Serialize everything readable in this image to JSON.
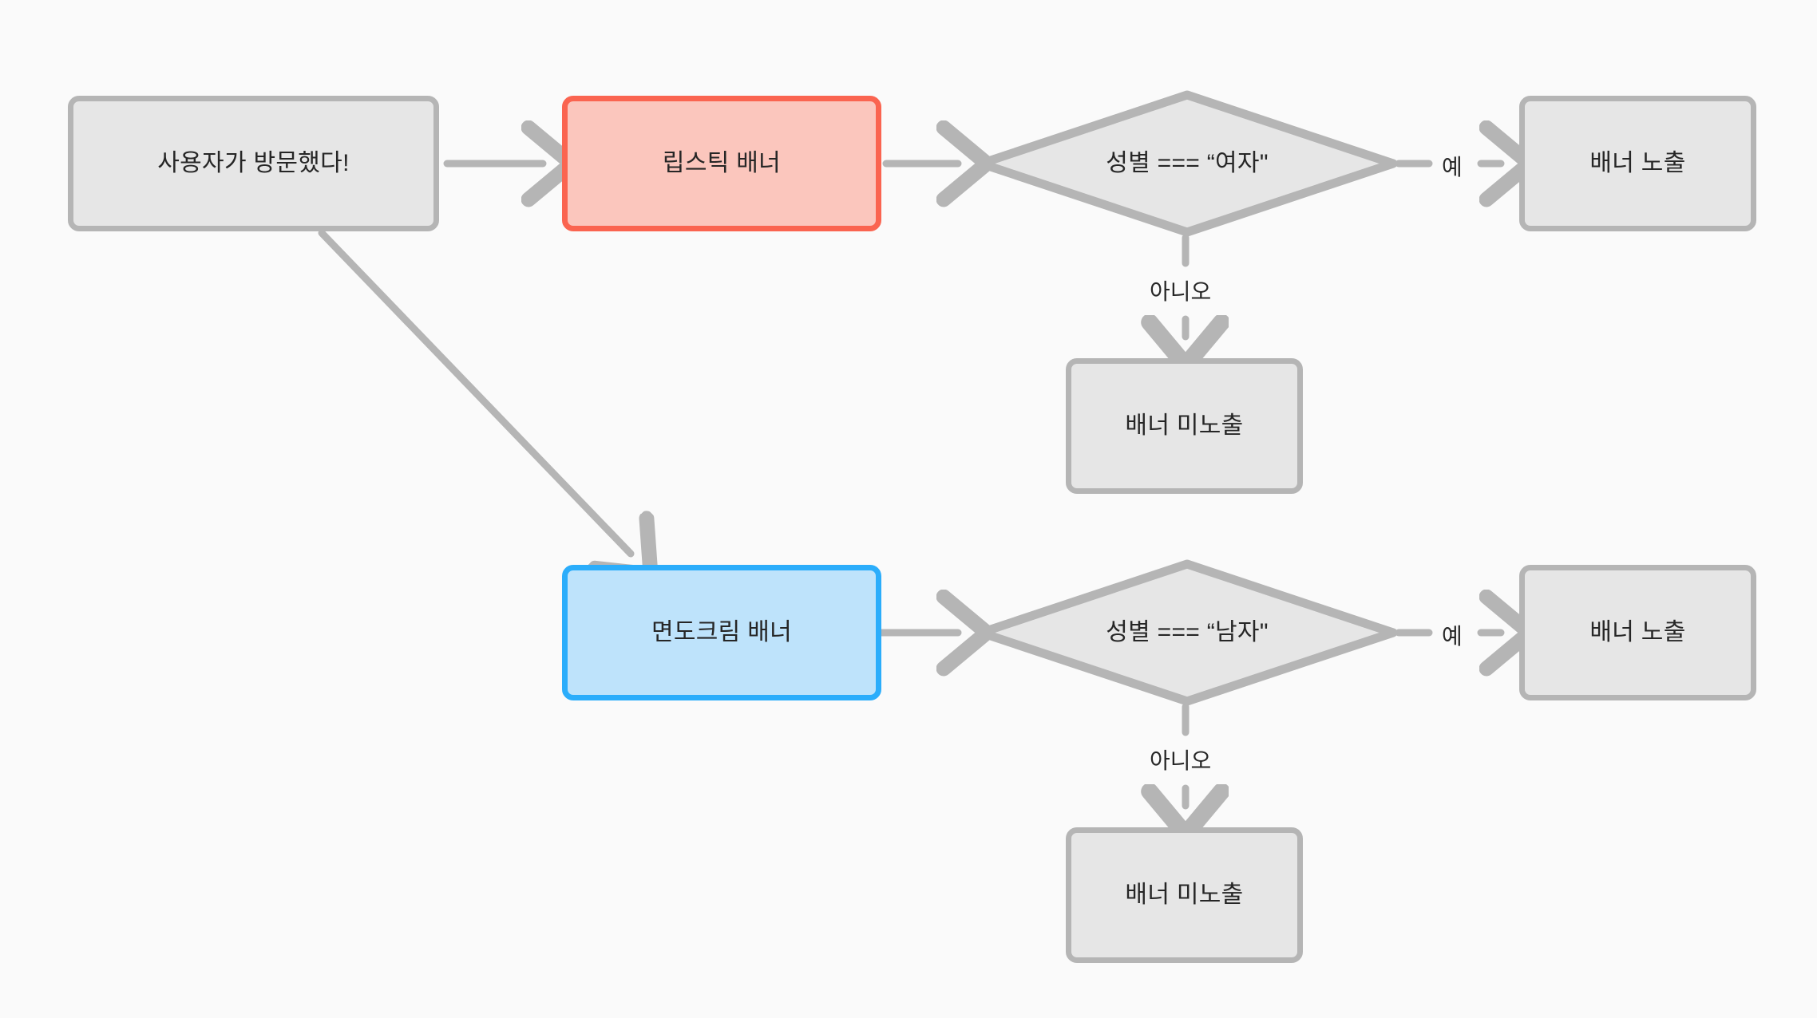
{
  "diagram": {
    "type": "flowchart",
    "title": "",
    "background_color": "#FAFAFA",
    "colors": {
      "neutral_fill": "#E6E6E6",
      "neutral_border": "#B5B5B5",
      "red_fill": "#FBC6BD",
      "red_border": "#FA6450",
      "blue_fill": "#BEE3FB",
      "blue_border": "#2BADFB",
      "edge": "#B5B5B5",
      "text": "#262626"
    }
  },
  "nodes": {
    "start": {
      "label": "사용자가 방문했다!",
      "shape": "rounded-rect",
      "style": "neutral"
    },
    "lipstick_banner": {
      "label": "립스틱 배너",
      "shape": "rounded-rect",
      "style": "accent-red"
    },
    "shaving_banner": {
      "label": "면도크림 배너",
      "shape": "rounded-rect",
      "style": "accent-blue"
    },
    "decision_female": {
      "label": "성별 === “여자\"",
      "shape": "diamond",
      "style": "neutral"
    },
    "decision_male": {
      "label": "성별 === “남자\"",
      "shape": "diamond",
      "style": "neutral"
    },
    "show_banner_top": {
      "label": "배너 노출",
      "shape": "rounded-rect",
      "style": "neutral"
    },
    "hide_banner_top": {
      "label": "배너 미노출",
      "shape": "rounded-rect",
      "style": "neutral"
    },
    "show_banner_bottom": {
      "label": "배너 노출",
      "shape": "rounded-rect",
      "style": "neutral"
    },
    "hide_banner_bottom": {
      "label": "배너 미노출",
      "shape": "rounded-rect",
      "style": "neutral"
    }
  },
  "edges": {
    "start_to_lipstick": {
      "label": ""
    },
    "start_to_shaving": {
      "label": ""
    },
    "lipstick_to_decision": {
      "label": ""
    },
    "shaving_to_decision": {
      "label": ""
    },
    "female_yes": {
      "label": "예"
    },
    "female_no": {
      "label": "아니오"
    },
    "male_yes": {
      "label": "예"
    },
    "male_no": {
      "label": "아니오"
    }
  }
}
